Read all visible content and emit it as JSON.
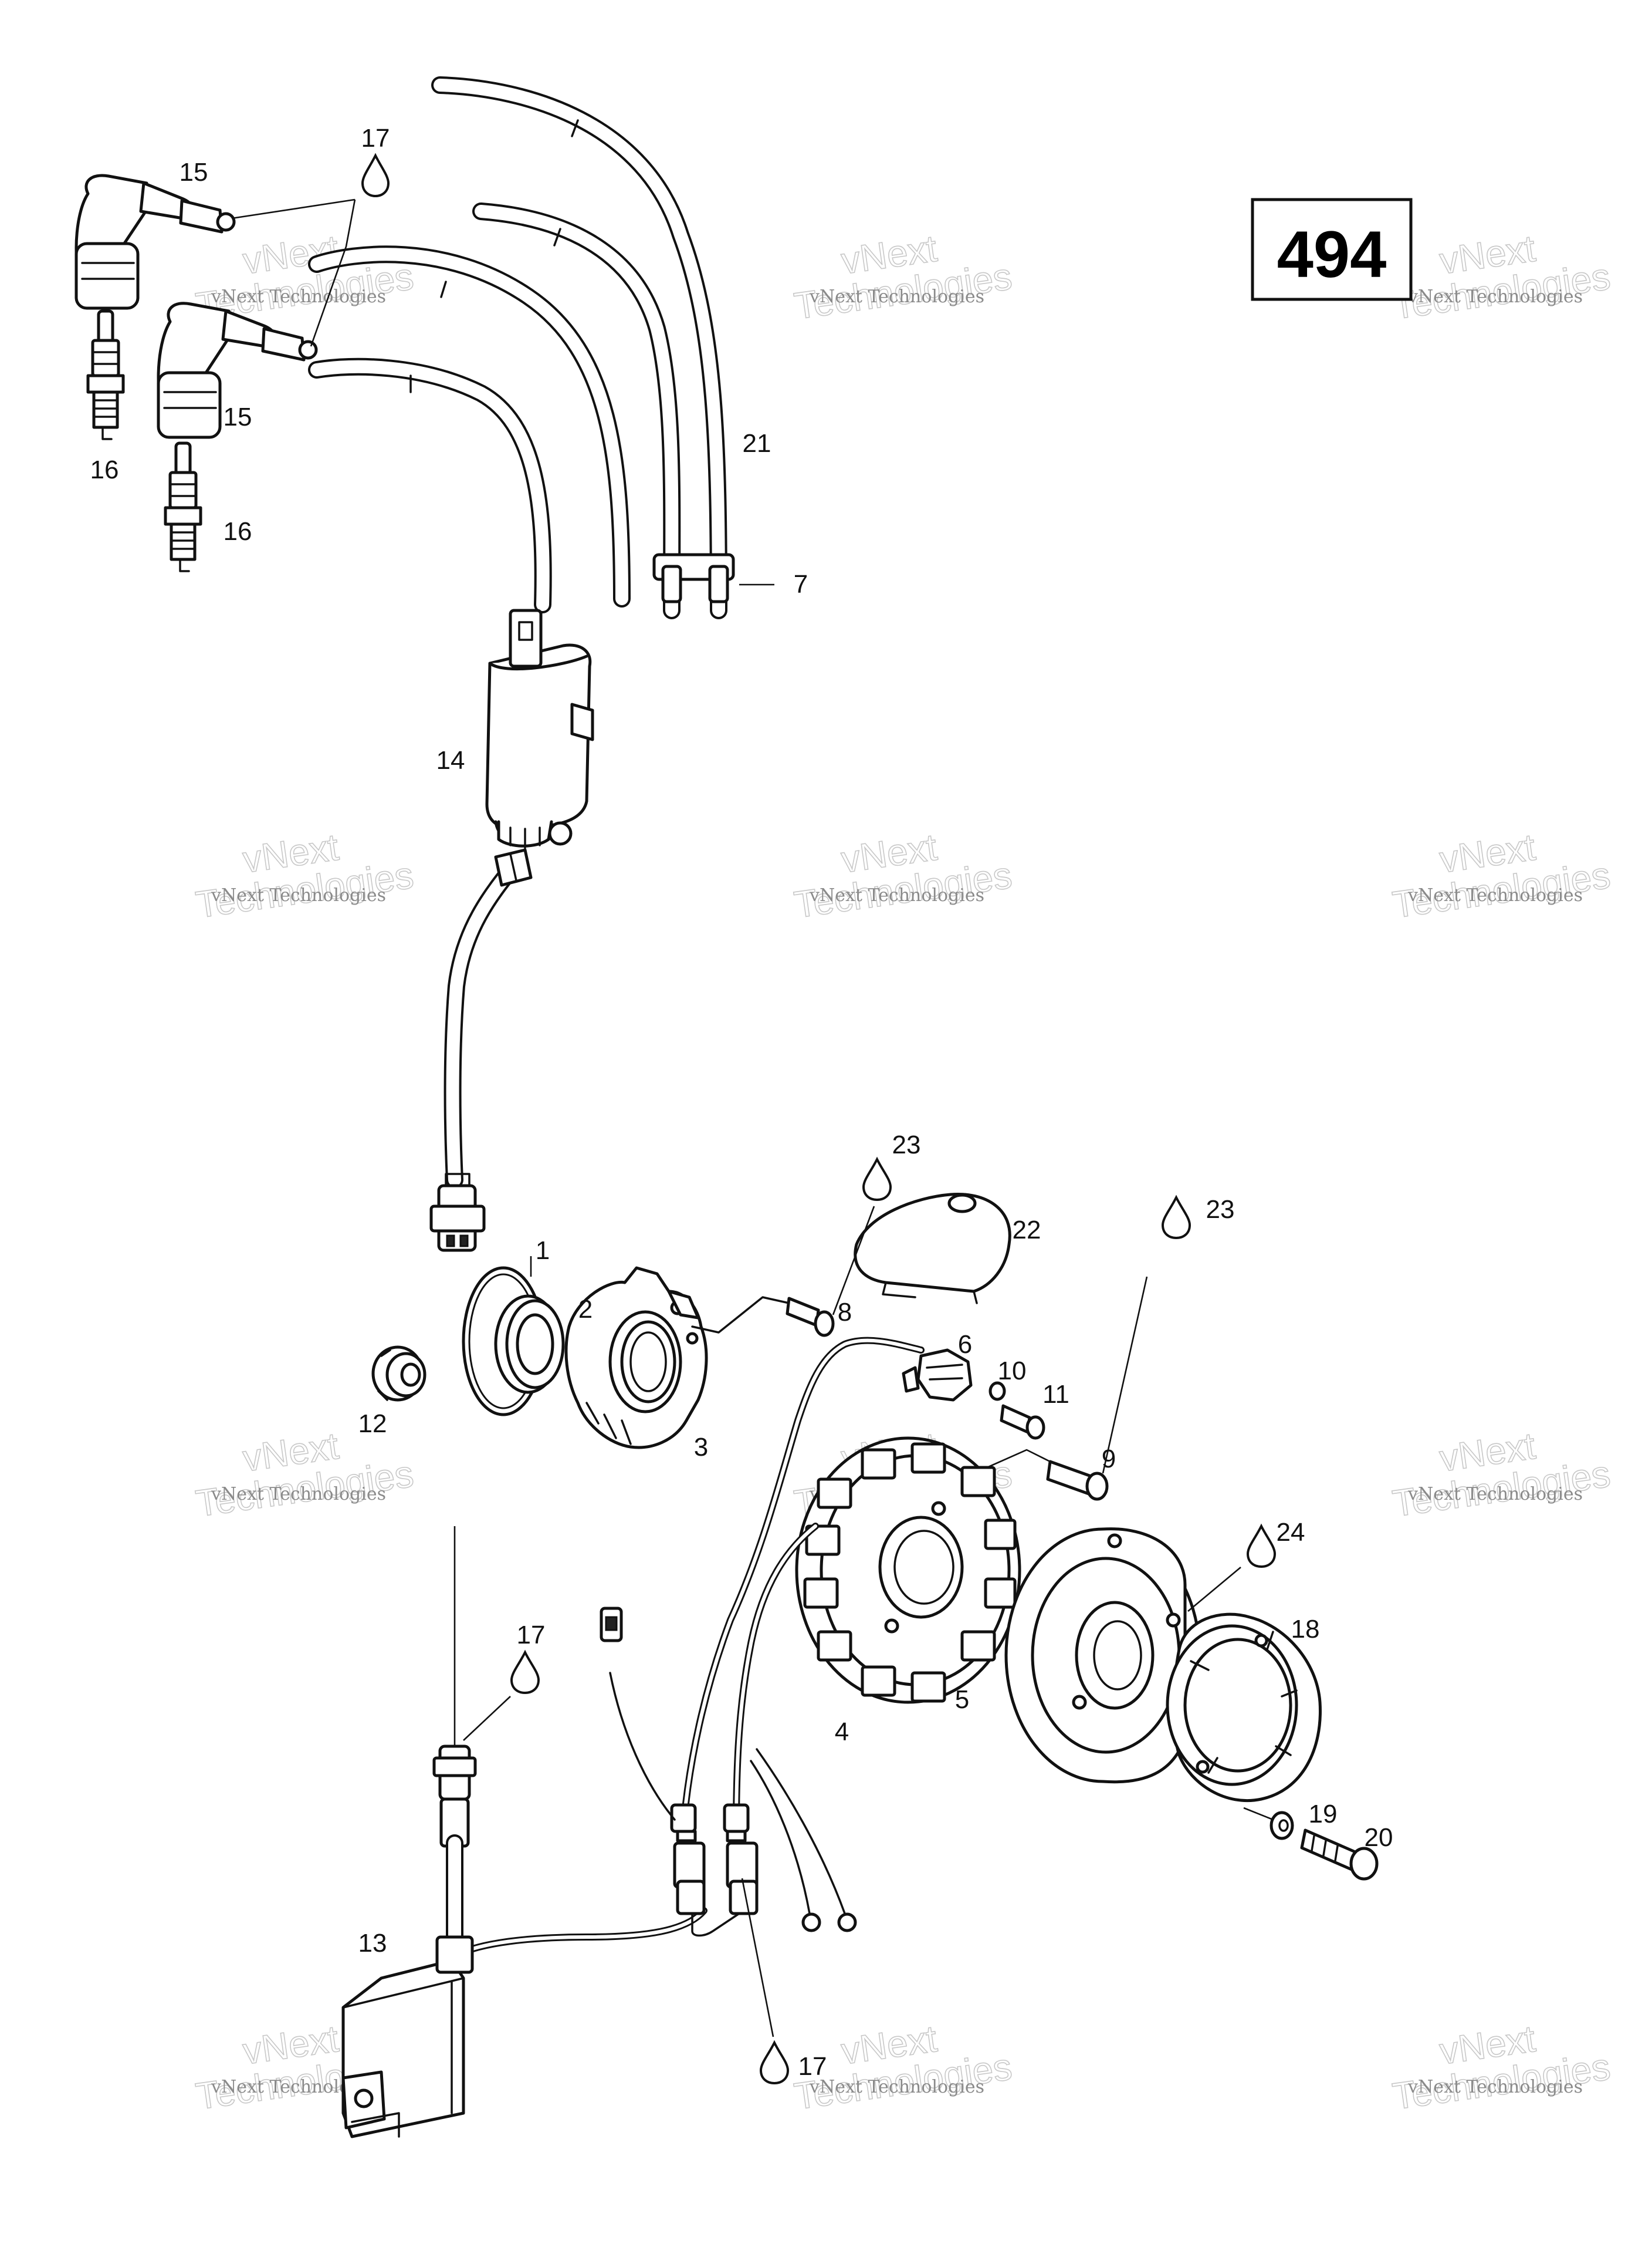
{
  "page_number": "494",
  "watermark": {
    "small": "vNext Technologies",
    "big_line1": "vNext",
    "big_line2": "Technologies"
  },
  "callouts": [
    {
      "id": "c1",
      "label": "1"
    },
    {
      "id": "c2",
      "label": "2"
    },
    {
      "id": "c3",
      "label": "3"
    },
    {
      "id": "c4",
      "label": "4"
    },
    {
      "id": "c5",
      "label": "5"
    },
    {
      "id": "c6",
      "label": "6"
    },
    {
      "id": "c7",
      "label": "7"
    },
    {
      "id": "c8",
      "label": "8"
    },
    {
      "id": "c9",
      "label": "9"
    },
    {
      "id": "c10",
      "label": "10"
    },
    {
      "id": "c11",
      "label": "11"
    },
    {
      "id": "c12",
      "label": "12"
    },
    {
      "id": "c13",
      "label": "13"
    },
    {
      "id": "c14",
      "label": "14"
    },
    {
      "id": "c15a",
      "label": "15"
    },
    {
      "id": "c15b",
      "label": "15"
    },
    {
      "id": "c16a",
      "label": "16"
    },
    {
      "id": "c16b",
      "label": "16"
    },
    {
      "id": "c17a",
      "label": "17"
    },
    {
      "id": "c17b",
      "label": "17"
    },
    {
      "id": "c17c",
      "label": "17"
    },
    {
      "id": "c18",
      "label": "18"
    },
    {
      "id": "c19",
      "label": "19"
    },
    {
      "id": "c20",
      "label": "20"
    },
    {
      "id": "c21",
      "label": "21"
    },
    {
      "id": "c22",
      "label": "22"
    },
    {
      "id": "c23a",
      "label": "23"
    },
    {
      "id": "c23b",
      "label": "23"
    },
    {
      "id": "c24",
      "label": "24"
    }
  ]
}
